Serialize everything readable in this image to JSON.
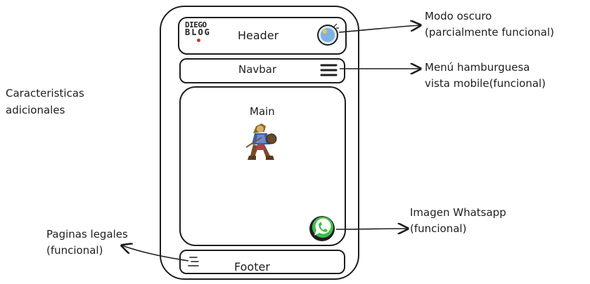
{
  "side_note": [
    "Caracteristicas",
    "adicionales"
  ],
  "phone": {
    "header_label": "Header",
    "navbar_label": "Navbar",
    "main_label": "Main",
    "footer_label": "Footer",
    "logo": [
      "DIEGO",
      "BLOG"
    ]
  },
  "annotations": {
    "dark_mode": [
      "Modo oscuro",
      "(parcialmente funcional)"
    ],
    "hamburger": [
      "Menú hamburguesa",
      "vista mobile(funcional)"
    ],
    "whatsapp": [
      "Imagen Whatsapp",
      "(funcional)"
    ],
    "legal": [
      "Paginas legales",
      "(funcional)"
    ]
  },
  "colors": {
    "ink": "#1e1e1e",
    "whatsapp_green": "#3cbf4a",
    "dark_mode_blue": "#7fb2e0"
  },
  "icons": [
    "hamburger-icon",
    "dark-mode-toggle-icon",
    "whatsapp-icon",
    "footer-menu-icon",
    "character-sprite"
  ]
}
